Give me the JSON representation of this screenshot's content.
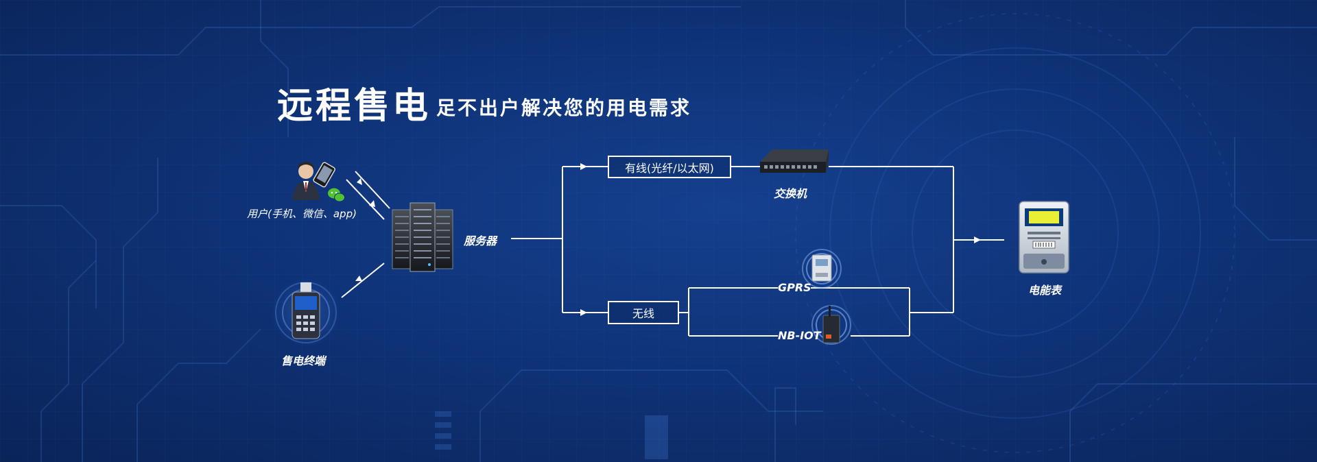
{
  "title": {
    "main": "远程售电",
    "sub": "足不出户解决您的用电需求"
  },
  "nodes": {
    "user": "用户(手机、微信、app)",
    "terminal": "售电终端",
    "server": "服务器",
    "wired": "有线(光纤/以太网)",
    "switch": "交换机",
    "wireless": "无线",
    "gprs": "GPRS",
    "nbiot": "NB-IOT",
    "meter": "电能表"
  },
  "icons": {
    "user": "businessman-icon",
    "phone": "smartphone-icon",
    "wechat": "wechat-icon",
    "terminal": "payment-terminal-icon",
    "server": "server-rack-icon",
    "switch": "network-switch-icon",
    "gprs": "gprs-module-icon",
    "nbiot": "nbiot-module-icon",
    "meter": "electric-meter-icon"
  },
  "colors": {
    "background": "#0f3378",
    "line": "#ffffff",
    "accent": "#2f6fd0"
  }
}
